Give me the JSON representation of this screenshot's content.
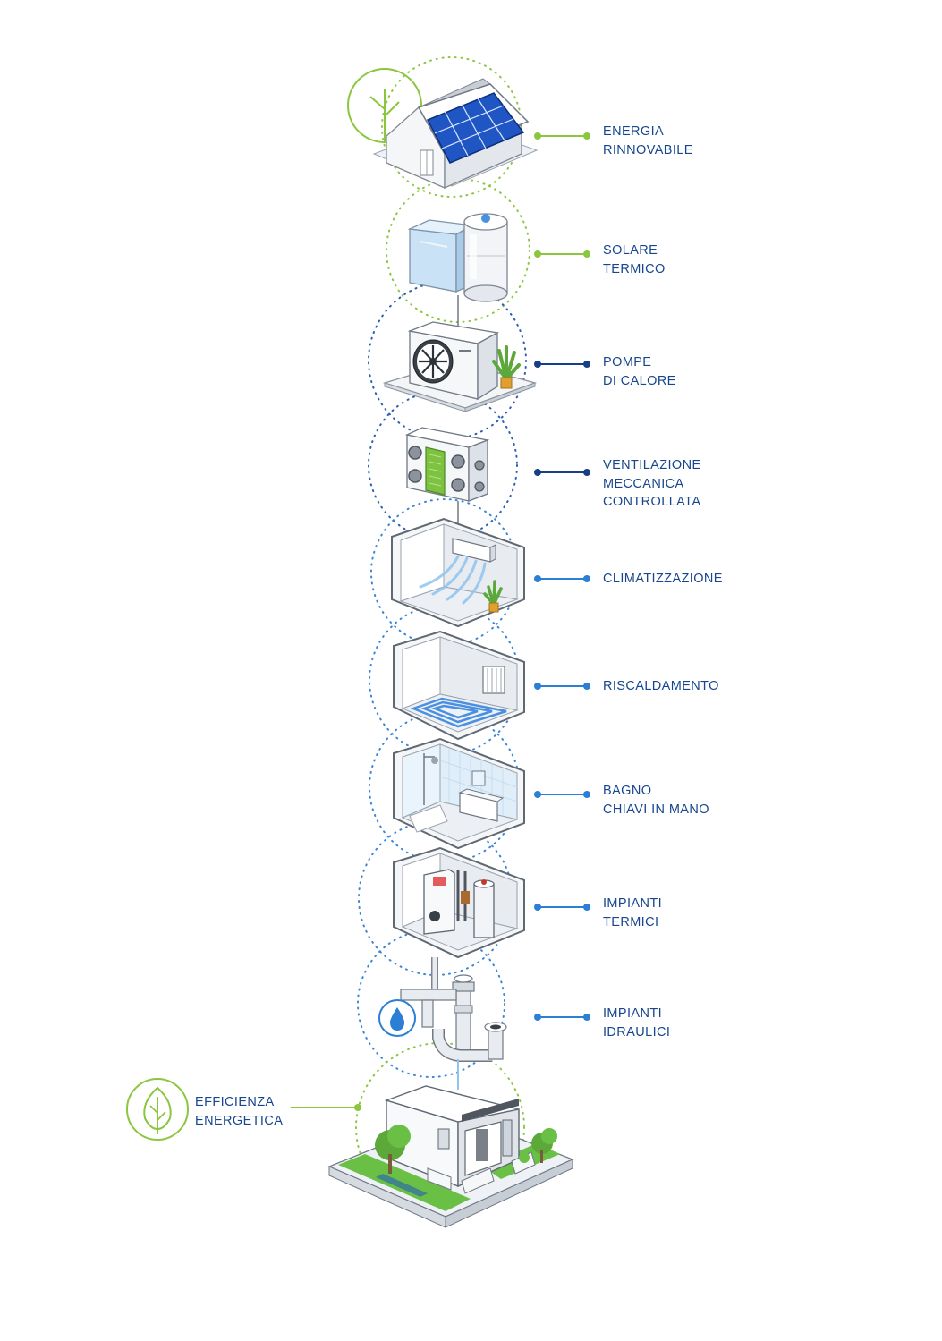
{
  "colors": {
    "green": "#8cc63f",
    "navy": "#173f86",
    "blue": "#2b7fd4",
    "label_text": "#17468f",
    "panel_blue": "#1f56c4",
    "water_blue": "#5aa8e8",
    "wall_grey": "#dfe3e9",
    "line_grey": "#9aa3ae"
  },
  "legend": [
    {
      "id": "energia-rinnovabile",
      "lines": [
        "ENERGIA",
        "RINNOVABILE"
      ],
      "icon": "solar-house-icon",
      "connector": "green"
    },
    {
      "id": "solare-termico",
      "lines": [
        "SOLARE",
        "TERMICO"
      ],
      "icon": "solar-thermal-tank-icon",
      "connector": "green"
    },
    {
      "id": "pompe-di-calore",
      "lines": [
        "POMPE",
        "DI CALORE"
      ],
      "icon": "heat-pump-icon",
      "connector": "navy"
    },
    {
      "id": "ventilazione",
      "lines": [
        "VENTILAZIONE",
        "MECCANICA",
        "CONTROLLATA"
      ],
      "icon": "ventilation-unit-icon",
      "connector": "navy"
    },
    {
      "id": "climatizzazione",
      "lines": [
        "CLIMATIZZAZIONE"
      ],
      "icon": "air-conditioner-room-icon",
      "connector": "blue"
    },
    {
      "id": "riscaldamento",
      "lines": [
        "RISCALDAMENTO"
      ],
      "icon": "floor-heating-room-icon",
      "connector": "blue"
    },
    {
      "id": "bagno",
      "lines": [
        "BAGNO",
        "CHIAVI IN MANO"
      ],
      "icon": "bathroom-room-icon",
      "connector": "blue"
    },
    {
      "id": "impianti-termici",
      "lines": [
        "IMPIANTI",
        "TERMICI"
      ],
      "icon": "boiler-room-icon",
      "connector": "blue"
    },
    {
      "id": "impianti-idraulici",
      "lines": [
        "IMPIANTI",
        "IDRAULICI"
      ],
      "icon": "plumbing-pipes-icon",
      "connector": "blue"
    },
    {
      "id": "efficienza-energetica",
      "lines": [
        "EFFICIENZA",
        "ENERGETICA"
      ],
      "icon": "efficient-house-icon",
      "connector": "green"
    }
  ]
}
